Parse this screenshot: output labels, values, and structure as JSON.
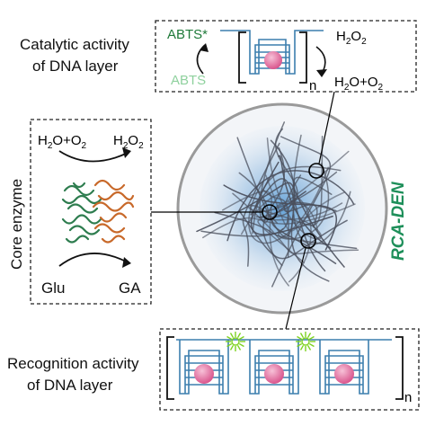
{
  "catalytic": {
    "line1": "Catalytic activity",
    "line2": "of DNA layer",
    "abts_ox": "ABTS*",
    "abts": "ABTS",
    "h2o2": {
      "main": "H",
      "s1": "2",
      "mid": "O",
      "s2": "2"
    },
    "product": {
      "a": "H",
      "s1": "2",
      "b": "O+O",
      "s2": "2"
    },
    "repeat": "n",
    "colors": {
      "abts_ox": "#1f7a3a",
      "abts": "#8fd19e"
    }
  },
  "core": {
    "title": "Core enzyme",
    "top_left": {
      "a": "H",
      "s1": "2",
      "b": "O+O",
      "s2": "2"
    },
    "top_right": {
      "a": "H",
      "s1": "2",
      "b": "O",
      "s2": "2"
    },
    "bottom_left": "Glu",
    "bottom_right": "GA"
  },
  "nanoparticle": {
    "name": "RCA-DEN",
    "name_color": "#1e8f5a"
  },
  "recognition": {
    "line1": "Recognition activity",
    "line2": "of DNA layer",
    "repeat": "n"
  },
  "colors": {
    "dna": "#3c7fae",
    "bead": "#e57aa6",
    "glow": "#7ed321",
    "enzyme_green": "#2e7d4f",
    "enzyme_orange": "#c8692a"
  }
}
